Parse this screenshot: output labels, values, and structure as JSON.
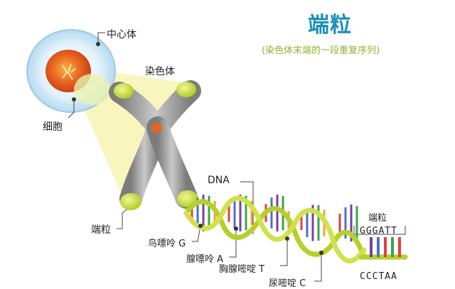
{
  "title": "端粒",
  "subtitle": "(染色体末端的一段重复序列)",
  "labels": {
    "centrosome": "中心体",
    "chromosome": "染色体",
    "cell": "细胞",
    "dna": "DNA",
    "telomere_left": "端粒",
    "telomere_right": "端粒"
  },
  "bases": {
    "guanine": "鸟嘌呤 G",
    "adenine": "腺嘌呤 A",
    "thymine": "胸腺嘧啶 T",
    "cytosine": "尿嘧啶 C"
  },
  "sequence": {
    "top": "GGGATT",
    "bottom": "CCCTAA"
  },
  "colors": {
    "title": "#1b8fb8",
    "subtitle": "#8cb530",
    "strand": "#b6cf2a",
    "chromosome": "#9a9a9a",
    "telomere_cap": "#c9dd3a",
    "nucleus": "#e0501f",
    "cell": "#c7e3f3"
  }
}
